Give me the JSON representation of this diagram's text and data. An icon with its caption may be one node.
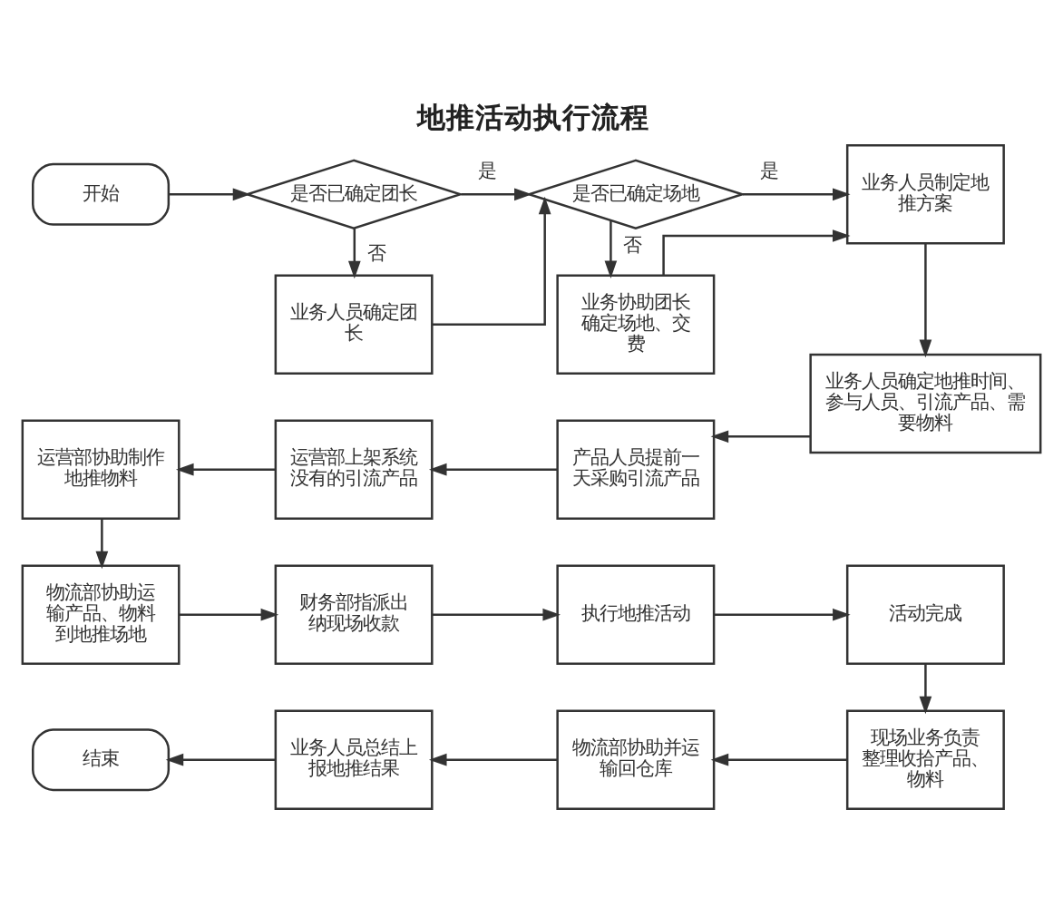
{
  "diagram": {
    "title": "地推活动执行流程",
    "nodes": [
      {
        "text": [
          "开始"
        ]
      },
      {
        "text": [
          "是否已确定团长"
        ]
      },
      {
        "text": [
          "业务人员确定团长"
        ]
      },
      {
        "text": [
          "是否已确定场地"
        ]
      },
      {
        "text": [
          "业务协助团长确定场地、交费"
        ]
      },
      {
        "text": [
          "业务人员制定地推方案"
        ]
      },
      {
        "text": [
          "业务人员确定地推时间、参与人员、引流产品、需要物料"
        ]
      },
      {
        "text": [
          "产品人员提前一天采购引流产品"
        ]
      },
      {
        "text": [
          "运营部上架系统没有的引流产品"
        ]
      },
      {
        "text": [
          "运营部协助制作地推物料"
        ]
      },
      {
        "text": [
          "物流部协助运输产品、物料到地推场地"
        ]
      },
      {
        "text": [
          "财务部指派出纳现场收款"
        ]
      },
      {
        "text": [
          "执行地推活动"
        ]
      },
      {
        "text": [
          "活动完成"
        ]
      },
      {
        "text": [
          "现场业务负责整理收拾产品、物料"
        ]
      },
      {
        "text": [
          "物流部协助并运输回仓库"
        ]
      },
      {
        "text": [
          "业务人员总结上报地推结果"
        ]
      },
      {
        "text": [
          "结束"
        ]
      }
    ],
    "edges": [
      {
        "from": 0,
        "to": 1,
        "arrow": "to"
      },
      {
        "from": 1,
        "to": 3,
        "arrow": "to",
        "label": "是"
      },
      {
        "from": 1,
        "to": 2,
        "arrow": "to",
        "label": "否"
      },
      {
        "from": 2,
        "to": 3,
        "arrow": "to"
      },
      {
        "from": 3,
        "to": 5,
        "arrow": "to",
        "label": "是"
      },
      {
        "from": 3,
        "to": 4,
        "arrow": "to",
        "label": "否"
      },
      {
        "from": 4,
        "to": 5,
        "arrow": "to"
      },
      {
        "from": 5,
        "to": 6,
        "arrow": "to"
      },
      {
        "from": 6,
        "to": 7,
        "arrow": "to"
      },
      {
        "from": 7,
        "to": 8,
        "arrow": "to"
      },
      {
        "from": 8,
        "to": 9,
        "arrow": "to"
      },
      {
        "from": 9,
        "to": 10,
        "arrow": "to"
      },
      {
        "from": 10,
        "to": 11,
        "arrow": "to"
      },
      {
        "from": 11,
        "to": 12,
        "arrow": "to"
      },
      {
        "from": 12,
        "to": 13,
        "arrow": "to"
      },
      {
        "from": 13,
        "to": 14,
        "arrow": "to"
      },
      {
        "from": 14,
        "to": 15,
        "arrow": "to"
      },
      {
        "from": 15,
        "to": 16,
        "arrow": "to"
      },
      {
        "from": 16,
        "to": 17,
        "arrow": "to"
      }
    ]
  }
}
